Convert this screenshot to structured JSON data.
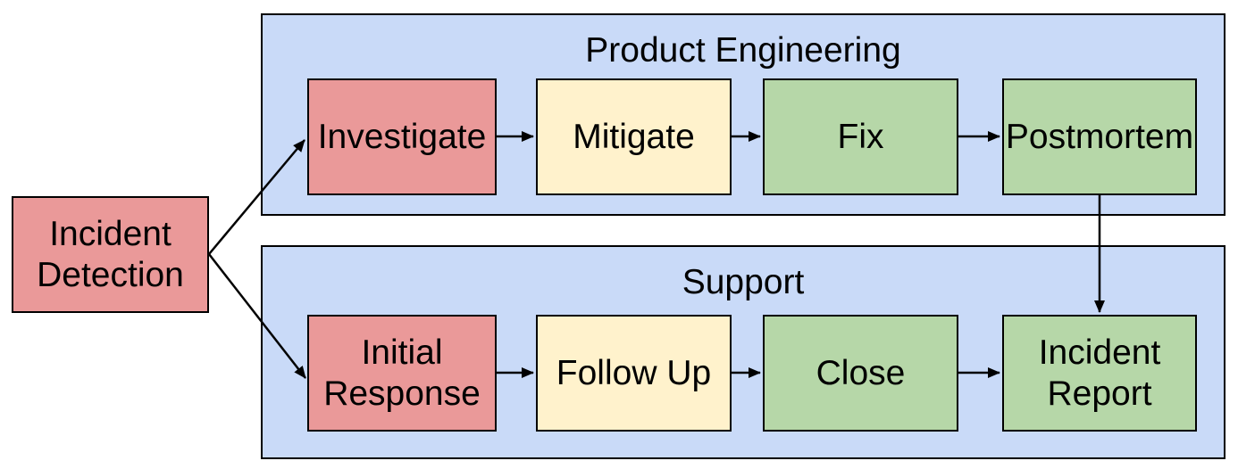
{
  "diagram": {
    "type": "flowchart",
    "palette": {
      "start_red": "#ea9999",
      "step_yellow": "#fff2cc",
      "step_green": "#b6d7a8",
      "lane_blue": "#c9daf8",
      "border": "#000000",
      "arrow": "#000000",
      "background": "#ffffff",
      "text": "#000000"
    },
    "start_node": {
      "label": "Incident Detection",
      "color": "#ea9999"
    },
    "lanes": [
      {
        "title": "Product Engineering",
        "fill": "#c9daf8",
        "steps": [
          {
            "label": "Investigate",
            "color": "#ea9999"
          },
          {
            "label": "Mitigate",
            "color": "#fff2cc"
          },
          {
            "label": "Fix",
            "color": "#b6d7a8"
          },
          {
            "label": "Postmortem",
            "color": "#b6d7a8"
          }
        ]
      },
      {
        "title": "Support",
        "fill": "#c9daf8",
        "steps": [
          {
            "label": "Initial Response",
            "color": "#ea9999"
          },
          {
            "label": "Follow Up",
            "color": "#fff2cc"
          },
          {
            "label": "Close",
            "color": "#b6d7a8"
          },
          {
            "label": "Incident Report",
            "color": "#b6d7a8"
          }
        ]
      }
    ],
    "edges": [
      {
        "from": "Incident Detection",
        "to": "Investigate"
      },
      {
        "from": "Incident Detection",
        "to": "Initial Response"
      },
      {
        "from": "Investigate",
        "to": "Mitigate"
      },
      {
        "from": "Mitigate",
        "to": "Fix"
      },
      {
        "from": "Fix",
        "to": "Postmortem"
      },
      {
        "from": "Postmortem",
        "to": "Incident Report"
      },
      {
        "from": "Initial Response",
        "to": "Follow Up"
      },
      {
        "from": "Follow Up",
        "to": "Close"
      },
      {
        "from": "Close",
        "to": "Incident Report"
      }
    ]
  }
}
